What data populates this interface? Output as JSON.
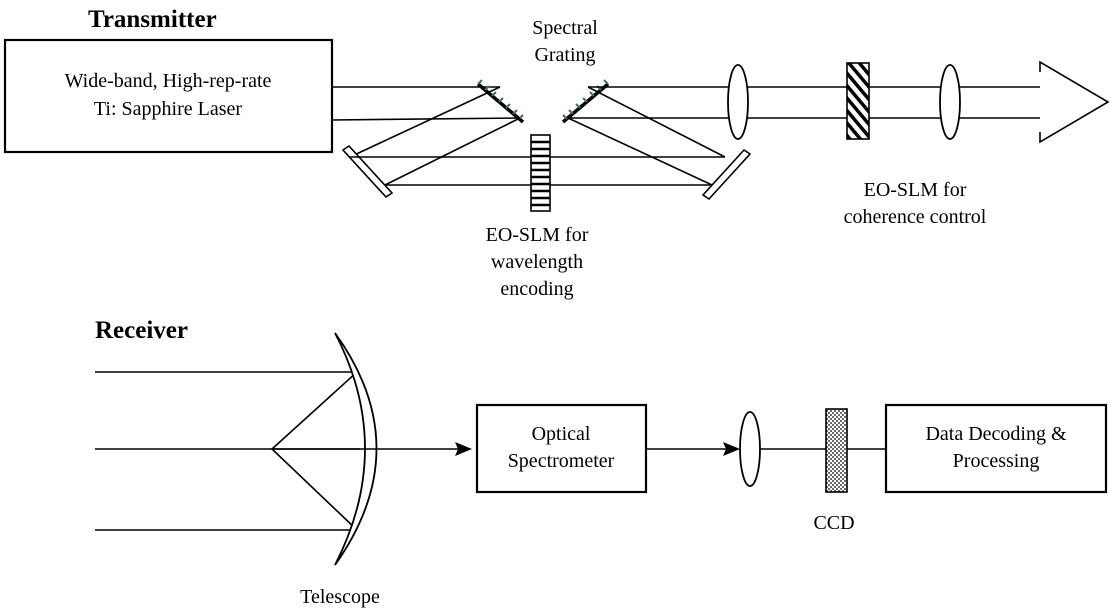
{
  "transmitter": {
    "title": "Transmitter",
    "laser": {
      "line1": "Wide-band, High-rep-rate",
      "line2": "Ti: Sapphire Laser"
    },
    "grating": {
      "line1": "Spectral",
      "line2": "Grating"
    },
    "slm_wavelength": {
      "line1": "EO-SLM for",
      "line2": "wavelength",
      "line3": "encoding"
    },
    "slm_coherence": {
      "line1": "EO-SLM for",
      "line2": "coherence control"
    }
  },
  "receiver": {
    "title": "Receiver",
    "telescope": "Telescope",
    "spectrometer": {
      "line1": "Optical",
      "line2": "Spectrometer"
    },
    "ccd": "CCD",
    "decoder": {
      "line1": "Data Decoding &",
      "line2": "Processing"
    }
  },
  "colors": {
    "ink": "#000000",
    "grating_teeth": "#3a6f7a",
    "ccd_fill": "#bdbdbd"
  }
}
